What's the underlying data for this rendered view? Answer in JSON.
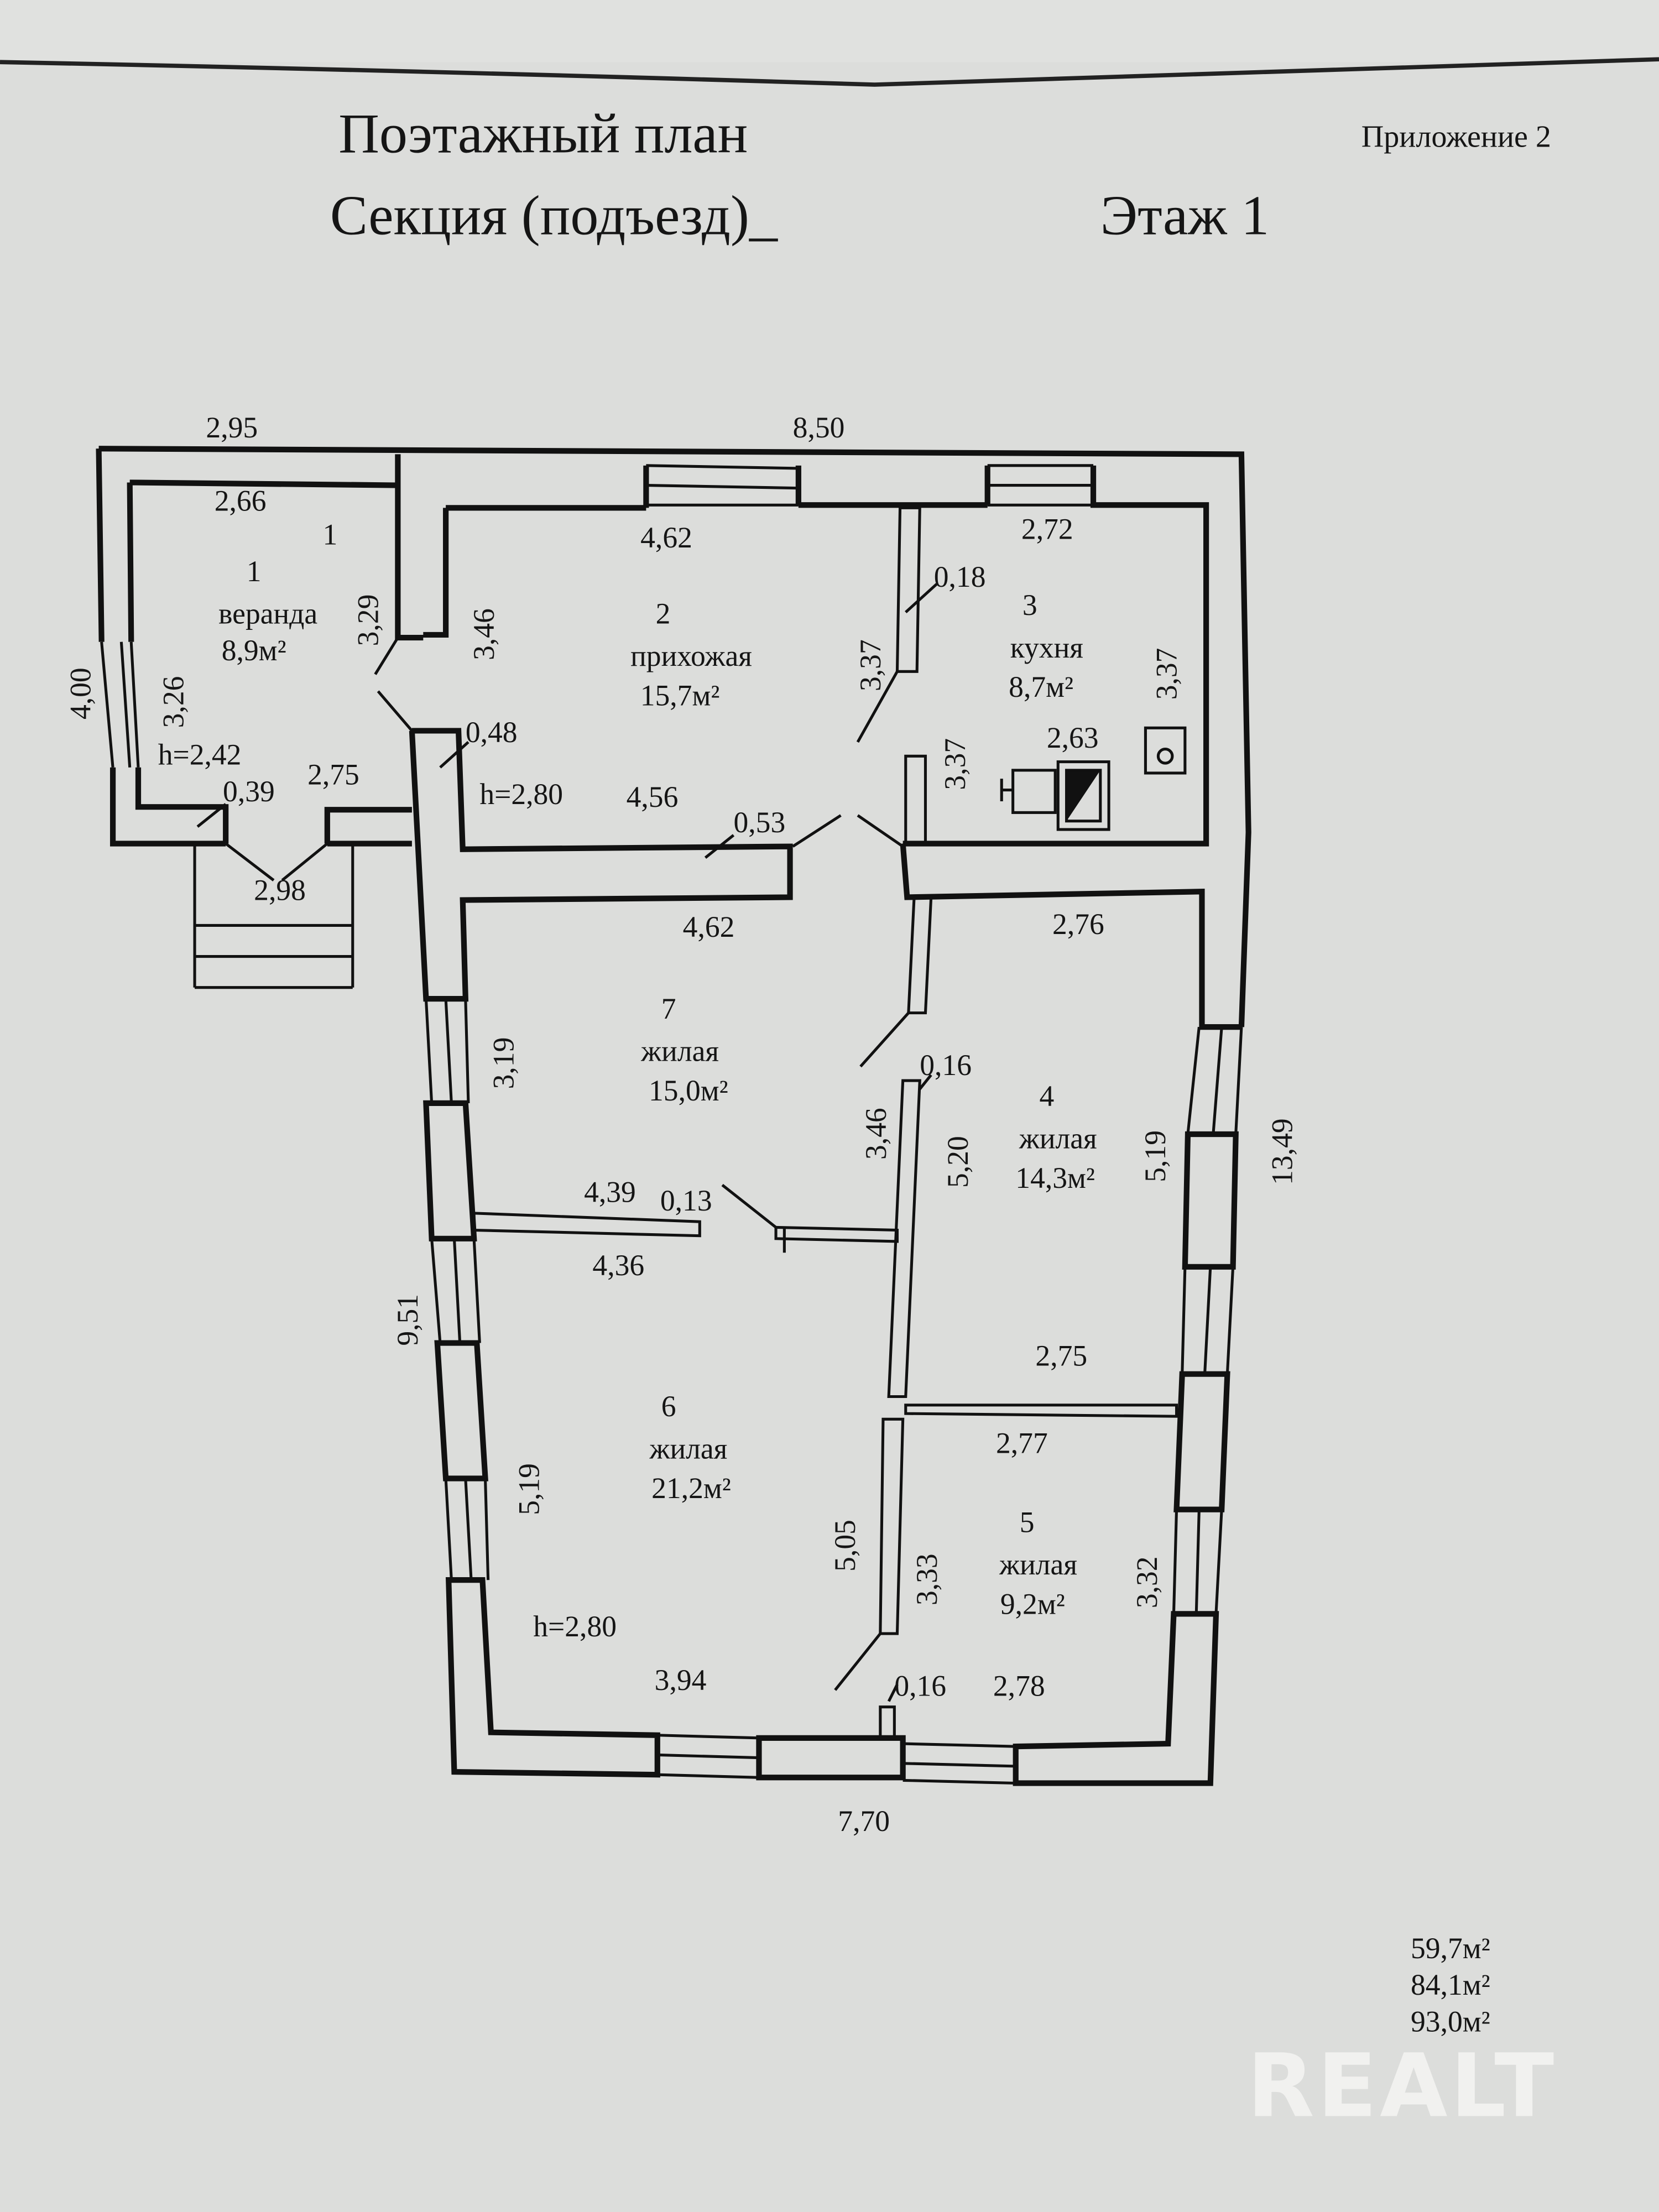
{
  "header": {
    "title": "Поэтажный план",
    "section": "Секция (подъезд)_",
    "floor": "Этаж  1",
    "appendix": "Приложение  2"
  },
  "rooms": [
    {
      "num": "1",
      "name": "веранда",
      "area": "8,9м²",
      "height": "h=2,42"
    },
    {
      "num": "2",
      "name": "прихожая",
      "area": "15,7м²",
      "height": "h=2,80"
    },
    {
      "num": "3",
      "name": "кухня",
      "area": "8,7м²"
    },
    {
      "num": "4",
      "name": "жилая",
      "area": "14,3м²"
    },
    {
      "num": "5",
      "name": "жилая",
      "area": "9,2м²"
    },
    {
      "num": "6",
      "name": "жилая",
      "area": "21,2м²",
      "height": "h=2,80"
    },
    {
      "num": "7",
      "name": "жилая",
      "area": "15,0м²"
    }
  ],
  "veranda_extra_label": "1",
  "dimensions": {
    "outer_top_left": "2,95",
    "outer_top": "8,50",
    "outer_left_veranda": "4,00",
    "outer_right": "13,49",
    "outer_left_main": "9,51",
    "outer_bottom": "7,70",
    "r1_top": "2,66",
    "r1_right": "3,29",
    "r1_left": "3,26",
    "r1_wall": "0,39",
    "r1_bottom": "2,75",
    "porch": "2,98",
    "r2_top": "4,62",
    "r2_left": "3,46",
    "r2_right": "3,37",
    "r2_bottom": "4,56",
    "r2_wall_a": "0,48",
    "r2_wall_b": "0,53",
    "r3_wall": "0,18",
    "r3_top": "2,72",
    "r3_right": "3,37",
    "r3_left": "3,37",
    "r3_stove": "2,63",
    "r7_top": "4,62",
    "r7_left": "3,19",
    "r7_right": "3,46",
    "r7_bottom": "4,39",
    "r7_wall": "0,13",
    "r4_top": "2,76",
    "r4_wall": "0,16",
    "r4_left": "5,20",
    "r4_right": "5,19",
    "r4_bottom": "2,75",
    "r6_top": "4,36",
    "r6_left": "5,19",
    "r6_right": "5,05",
    "r6_bottom": "3,94",
    "r5_top": "2,77",
    "r5_left": "3,33",
    "r5_right": "3,32",
    "r5_wall": "0,16",
    "r5_bottom": "2,78"
  },
  "totals": [
    "59,7м²",
    "84,1м²",
    "93,0м²"
  ],
  "watermark": "REALT"
}
